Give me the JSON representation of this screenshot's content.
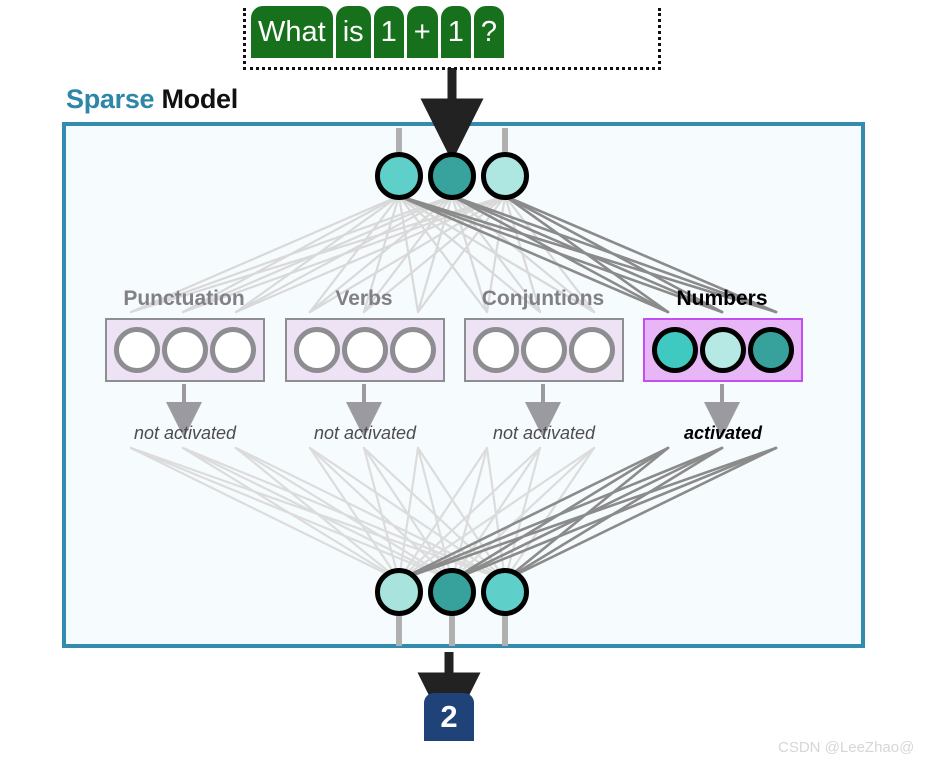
{
  "title": {
    "keyword": "Sparse",
    "rest": " Model"
  },
  "input": {
    "tokens": [
      "What",
      "is",
      "1",
      "+",
      "1",
      "?"
    ],
    "token_color": "#17711c",
    "border_style": "dotted"
  },
  "panel": {
    "border_color": "#338bad",
    "background_color": "#f6fbfd"
  },
  "encoder_neurons": [
    {
      "name": "encoder-neuron-1",
      "color": "#5fcfca"
    },
    {
      "name": "encoder-neuron-2",
      "color": "#37a39c"
    },
    {
      "name": "encoder-neuron-3",
      "color": "#aee6e2"
    }
  ],
  "decoder_neurons": [
    {
      "name": "decoder-neuron-1",
      "color": "#a9e3de"
    },
    {
      "name": "decoder-neuron-2",
      "color": "#36a29b"
    },
    {
      "name": "decoder-neuron-3",
      "color": "#5fcfca"
    }
  ],
  "groups": [
    {
      "label": "Punctuation",
      "state": "not activated",
      "active": false,
      "box_fill": "#eee3f5",
      "box_border": "#8e8e92",
      "slots": [
        "#ffffff",
        "#ffffff",
        "#ffffff"
      ]
    },
    {
      "label": "Verbs",
      "state": "not activated",
      "active": false,
      "box_fill": "#eee3f5",
      "box_border": "#8e8e92",
      "slots": [
        "#ffffff",
        "#ffffff",
        "#ffffff"
      ]
    },
    {
      "label": "Conjuntions",
      "state": "not activated",
      "active": false,
      "box_fill": "#eee3f5",
      "box_border": "#8e8e92",
      "slots": [
        "#ffffff",
        "#ffffff",
        "#ffffff"
      ]
    },
    {
      "label": "Numbers",
      "state": "activated",
      "active": true,
      "box_fill": "#e8b6f7",
      "box_border": "#c04ef0",
      "slots": [
        "#3fc9c0",
        "#b6e9e4",
        "#37a29b"
      ]
    }
  ],
  "output": {
    "value": "2",
    "color": "#1f4278"
  },
  "watermark": "CSDN @LeeZhao@"
}
